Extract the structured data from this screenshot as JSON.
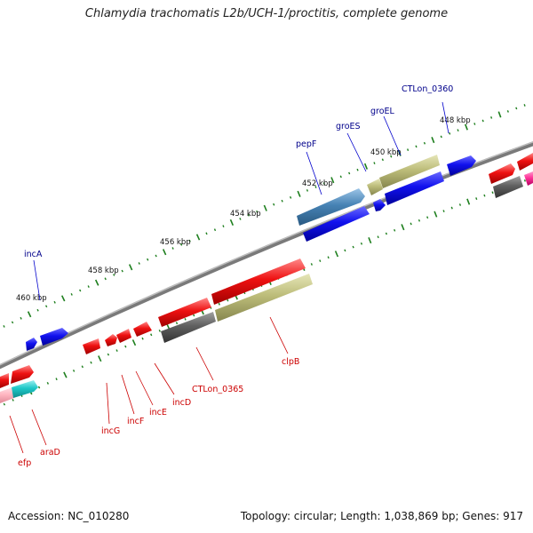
{
  "title": "Chlamydia trachomatis L2b/UCH-1/proctitis, complete genome",
  "footer": {
    "accession": "Accession: NC_010280",
    "topology": "Topology: circular; Length: 1,038,869 bp; Genes: 917"
  },
  "colors": {
    "backbone": "#8a8a8a",
    "forward_label": "#00008b",
    "reverse_label": "#cc0000",
    "tick": "#1e7f1e",
    "gene_red": "#ee1111",
    "gene_blue": "#1111ee",
    "gene_olive": "#bdbd7a",
    "gene_gray": "#606060",
    "gene_steel": "#4682b4",
    "gene_cyan": "#1ec8c8",
    "gene_pink": "#ff3399",
    "gene_lightpink": "#ffb6c1"
  },
  "scale_labels": [
    "448 kbp",
    "450 kbp",
    "452 kbp",
    "454 kbp",
    "456 kbp",
    "458 kbp",
    "460 kbp"
  ],
  "forward_gene_labels": [
    "CTLon_0360",
    "groEL",
    "groES",
    "pepF",
    "incA"
  ],
  "reverse_gene_labels": [
    "clpB",
    "CTLon_0365",
    "incD",
    "incE",
    "incF",
    "incG",
    "araD",
    "efp"
  ]
}
